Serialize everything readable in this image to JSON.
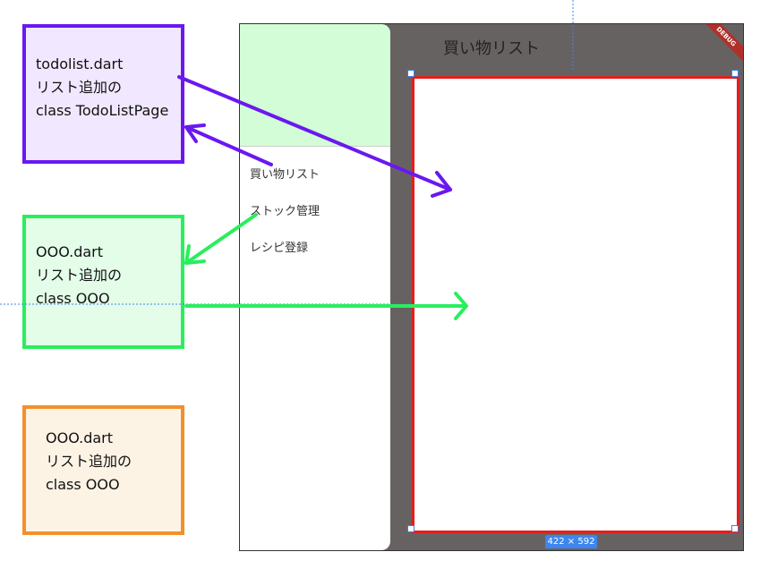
{
  "notes": [
    {
      "lines": [
        "todolist.dart",
        "リスト追加の",
        "class TodoListPage"
      ],
      "color": "#6a18f0"
    },
    {
      "lines": [
        "OOO.dart",
        "リスト追加の",
        "class OOO"
      ],
      "color": "#2aee5e"
    },
    {
      "lines": [
        "OOO.dart",
        "リスト追加の",
        "class OOO"
      ],
      "color": "#f3902c"
    }
  ],
  "app": {
    "appbar_title": "買い物リスト",
    "debug_banner": "DEBUG",
    "drawer_items": [
      "買い物リスト",
      "ストック管理",
      "レシピ登録"
    ]
  },
  "inspector": {
    "size_label": "422 × 592",
    "guide_color": "#3d86ee",
    "highlight_color": "#e0201e"
  }
}
